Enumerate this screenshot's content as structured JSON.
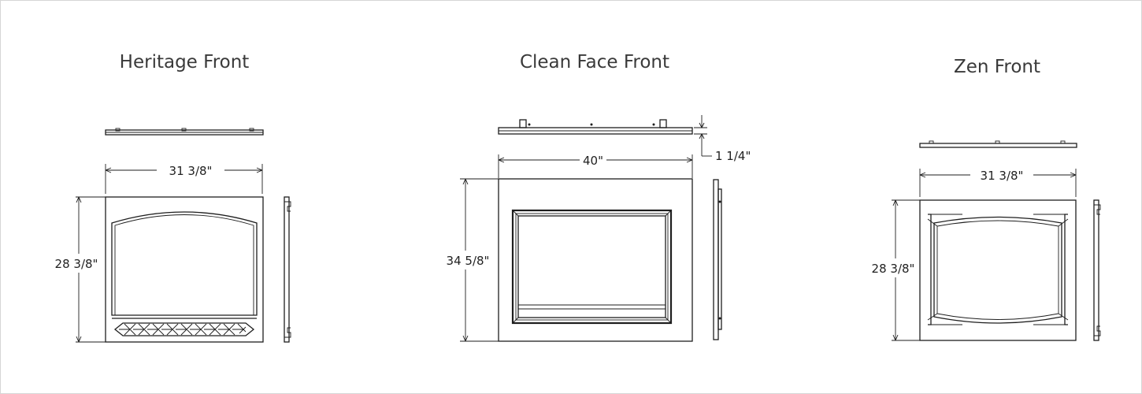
{
  "fronts": [
    {
      "title": "Heritage Front",
      "width_label": "31 3/8\"",
      "height_label": "28 3/8\""
    },
    {
      "title": "Clean Face Front",
      "width_label": "40\"",
      "height_label": "34 5/8\"",
      "depth_label": "1 1/4\""
    },
    {
      "title": "Zen Front",
      "width_label": "31 3/8\"",
      "height_label": "28 3/8\""
    }
  ]
}
